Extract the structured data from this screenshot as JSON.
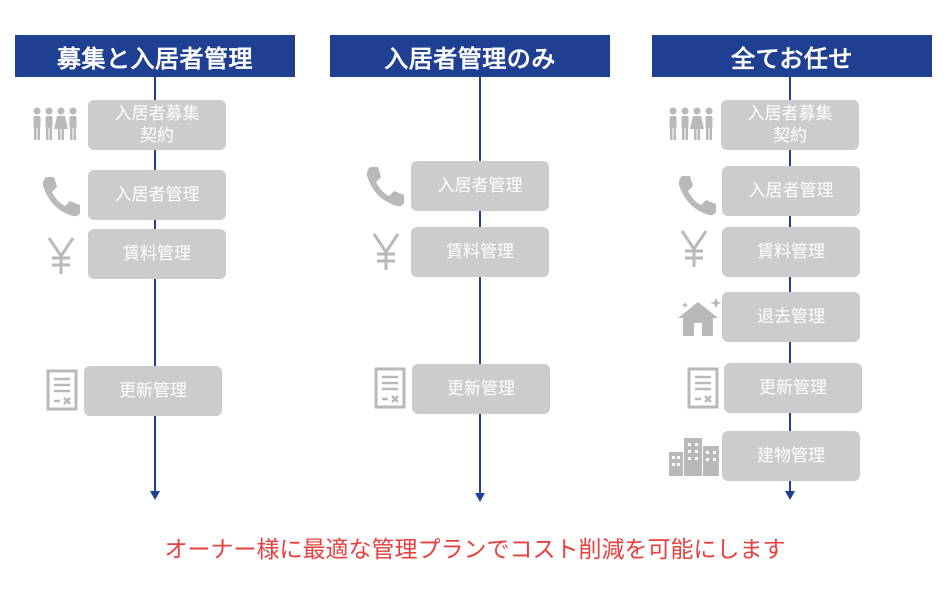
{
  "columns": [
    {
      "title": "募集と入居者管理",
      "items": [
        {
          "label": "入居者募集\n契約",
          "icon": "people-icon"
        },
        {
          "label": "入居者管理",
          "icon": "phone-icon"
        },
        {
          "label": "賃料管理",
          "icon": "yen-icon"
        },
        {
          "label": "更新管理",
          "icon": "document-icon"
        }
      ]
    },
    {
      "title": "入居者管理のみ",
      "items": [
        {
          "label": "入居者管理",
          "icon": "phone-icon"
        },
        {
          "label": "賃料管理",
          "icon": "yen-icon"
        },
        {
          "label": "更新管理",
          "icon": "document-icon"
        }
      ]
    },
    {
      "title": "全てお任せ",
      "items": [
        {
          "label": "入居者募集\n契約",
          "icon": "people-icon"
        },
        {
          "label": "入居者管理",
          "icon": "phone-icon"
        },
        {
          "label": "賃料管理",
          "icon": "yen-icon"
        },
        {
          "label": "退去管理",
          "icon": "house-icon"
        },
        {
          "label": "更新管理",
          "icon": "document-icon"
        },
        {
          "label": "建物管理",
          "icon": "building-icon"
        }
      ]
    }
  ],
  "footer": "オーナー様に最適な管理プランでコスト削減を可能にします",
  "colors": {
    "header": "#1f3f92",
    "box": "#cccccc",
    "icon": "#b9b9b9",
    "footer": "#e8403f"
  }
}
